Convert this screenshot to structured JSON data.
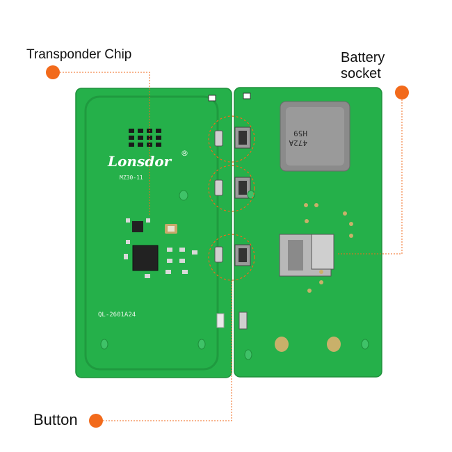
{
  "callouts": {
    "transponder_chip": "Transponder Chip",
    "battery_socket_line1": "Battery",
    "battery_socket_line2": "socket",
    "button": "Button"
  },
  "board": {
    "logo": "Lonsdor",
    "logo_mark": "®",
    "model": "MZ30-11",
    "part_number": "QL-2601A24",
    "battery_chip_line1": "472A",
    "battery_chip_line2": "H59"
  },
  "colors": {
    "pcb": "#25b04a",
    "pcb_trace": "#1f9a3f",
    "callout": "#f26a1b",
    "pad": "#c9b06a"
  }
}
